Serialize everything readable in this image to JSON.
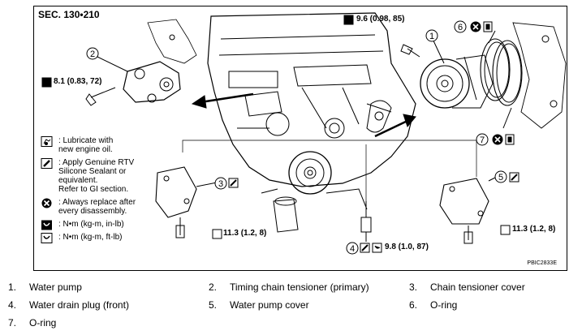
{
  "figure": {
    "section": "SEC. 130•210",
    "code": "PBIC2833E",
    "torques": {
      "top": "9.6 (0.98, 85)",
      "left": "8.1 (0.83, 72)",
      "bottom_left": "11.3 (1.2, 8)",
      "bottom_middle": "9.8 (1.0, 87)",
      "bottom_right": "11.3 (1.2, 8)"
    },
    "callouts": [
      "1",
      "2",
      "3",
      "4",
      "5",
      "6",
      "7"
    ],
    "legend": [
      {
        "icon": "oil-can-icon",
        "text": ": Lubricate with\nnew engine oil."
      },
      {
        "icon": "sealant-tube-icon",
        "text": ": Apply Genuine RTV\nSilicone Sealant or\nequivalent.\nRefer to GI section."
      },
      {
        "icon": "replace-x-icon",
        "text": ": Always replace after\nevery disassembly."
      },
      {
        "icon": "torque-wrench-inlb-icon",
        "text": ": N•m (kg-m, in-lb)"
      },
      {
        "icon": "torque-wrench-ftlb-icon",
        "text": ": N•m (kg-m, ft-lb)"
      }
    ]
  },
  "parts": [
    {
      "num": "1.",
      "name": "Water pump"
    },
    {
      "num": "2.",
      "name": "Timing chain tensioner (primary)"
    },
    {
      "num": "3.",
      "name": "Chain tensioner cover"
    },
    {
      "num": "4.",
      "name": "Water drain plug (front)"
    },
    {
      "num": "5.",
      "name": "Water pump cover"
    },
    {
      "num": "6.",
      "name": "O-ring"
    },
    {
      "num": "7.",
      "name": "O-ring"
    }
  ]
}
